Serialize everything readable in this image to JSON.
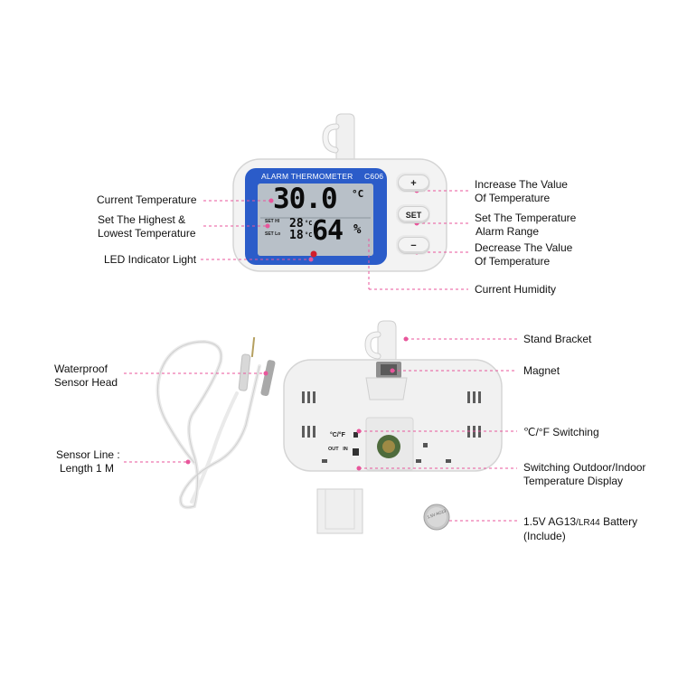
{
  "device": {
    "brand_title": "ALARM THERMOMETER",
    "model": "C606",
    "main_temp": "30.0",
    "main_temp_unit": "°C",
    "set_hi_label": "SET HI",
    "set_lo_label": "SET Lo",
    "set_hi_value": "28",
    "set_lo_value": "18",
    "small_unit": "°C",
    "humidity": "64",
    "humidity_unit": "%",
    "buttons": {
      "plus": "+",
      "set": "SET",
      "minus": "−"
    }
  },
  "back": {
    "switch_unit_label": "°C/°F",
    "switch_mode_label": "OUT   IN"
  },
  "battery_text": "1.5V AG13",
  "callouts": {
    "current_temperature": "Current Temperature",
    "set_highest_lowest": [
      "Set The Highest &",
      "Lowest Temperature"
    ],
    "led_indicator": "LED Indicator Light",
    "increase_value": [
      "Increase The Value",
      "Of Temperature"
    ],
    "set_alarm_range": [
      "Set The Temperature",
      "Alarm Range"
    ],
    "decrease_value": [
      "Decrease The Value",
      "Of Temperature"
    ],
    "current_humidity": "Current Humidity",
    "waterproof_sensor": [
      "Waterproof",
      "Sensor Head"
    ],
    "sensor_line": [
      "Sensor Line :",
      "Length 1 M"
    ],
    "stand_bracket": "Stand Bracket",
    "magnet": "Magnet",
    "c_f_switching": "℃/°F Switching",
    "outdoor_indoor": [
      "Switching Outdoor/Indoor",
      "Temperature Display"
    ],
    "battery_prefix": "1.5V AG13",
    "battery_slash": "/LR44",
    "battery_suffix": "Battery",
    "battery_line2": "(Include)"
  },
  "colors": {
    "leader_line": "#e8569b",
    "lcd_blue": "#2b5cc9",
    "lcd_screen": "#b9c1c9",
    "device_body": "#f2f2f2"
  }
}
